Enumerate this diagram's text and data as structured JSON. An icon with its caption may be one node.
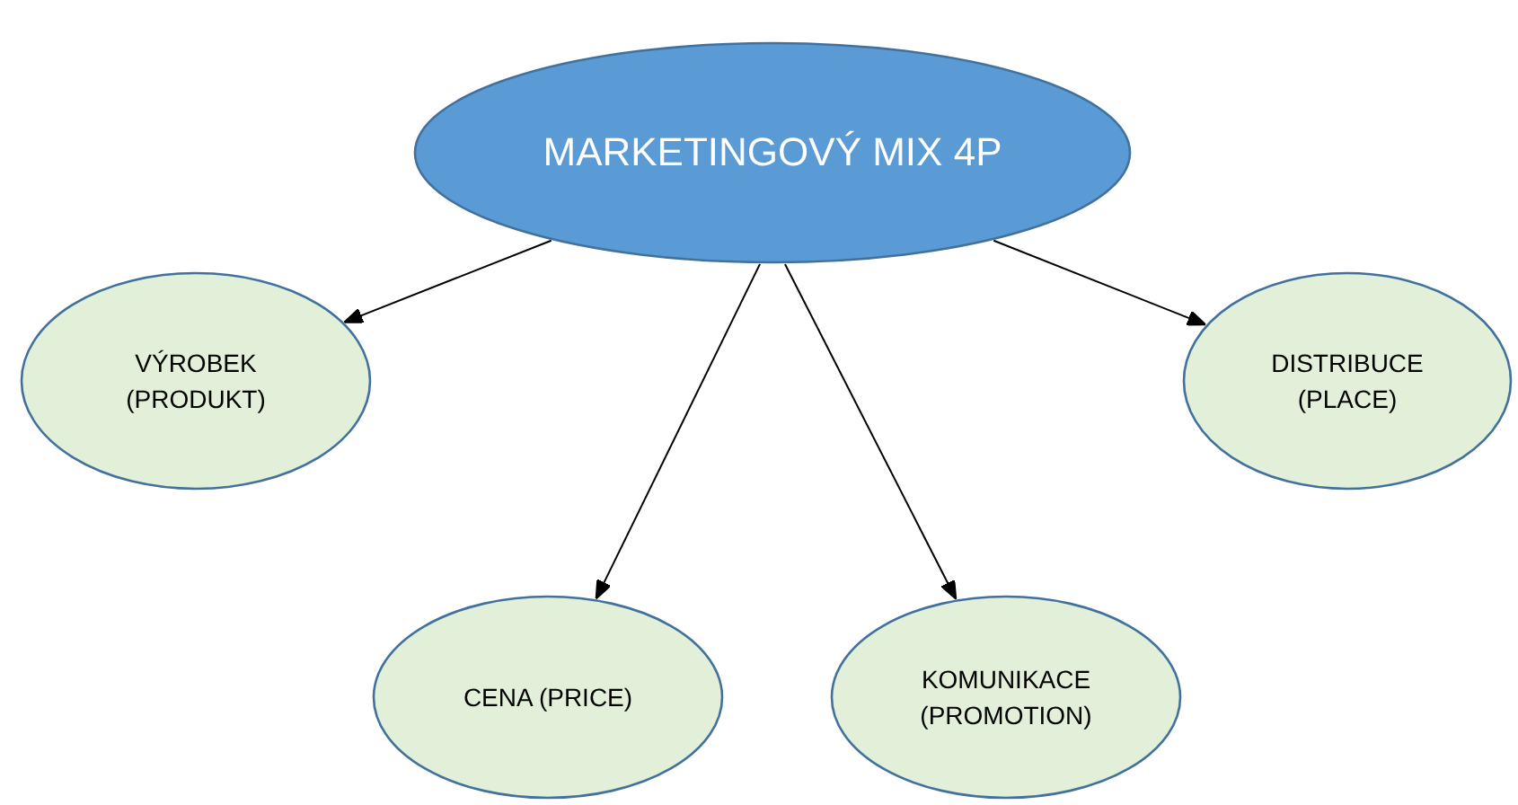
{
  "diagram": {
    "nodes": [
      {
        "text": [
          "MARKETINGOVÝ MIX 4P"
        ]
      },
      {
        "text": [
          "VÝROBEK (PRODUKT)"
        ]
      },
      {
        "text": [
          "DISTRIBUCE (PLACE)"
        ]
      },
      {
        "text": [
          "CENA (PRICE)"
        ]
      },
      {
        "text": [
          "KOMUNIKACE (PROMOTION)"
        ]
      }
    ],
    "edges": [
      {
        "from": 0,
        "to": 1,
        "arrow": "to"
      },
      {
        "from": 0,
        "to": 3,
        "arrow": "to"
      },
      {
        "from": 0,
        "to": 4,
        "arrow": "to"
      },
      {
        "from": 0,
        "to": 2,
        "arrow": "to"
      }
    ]
  }
}
